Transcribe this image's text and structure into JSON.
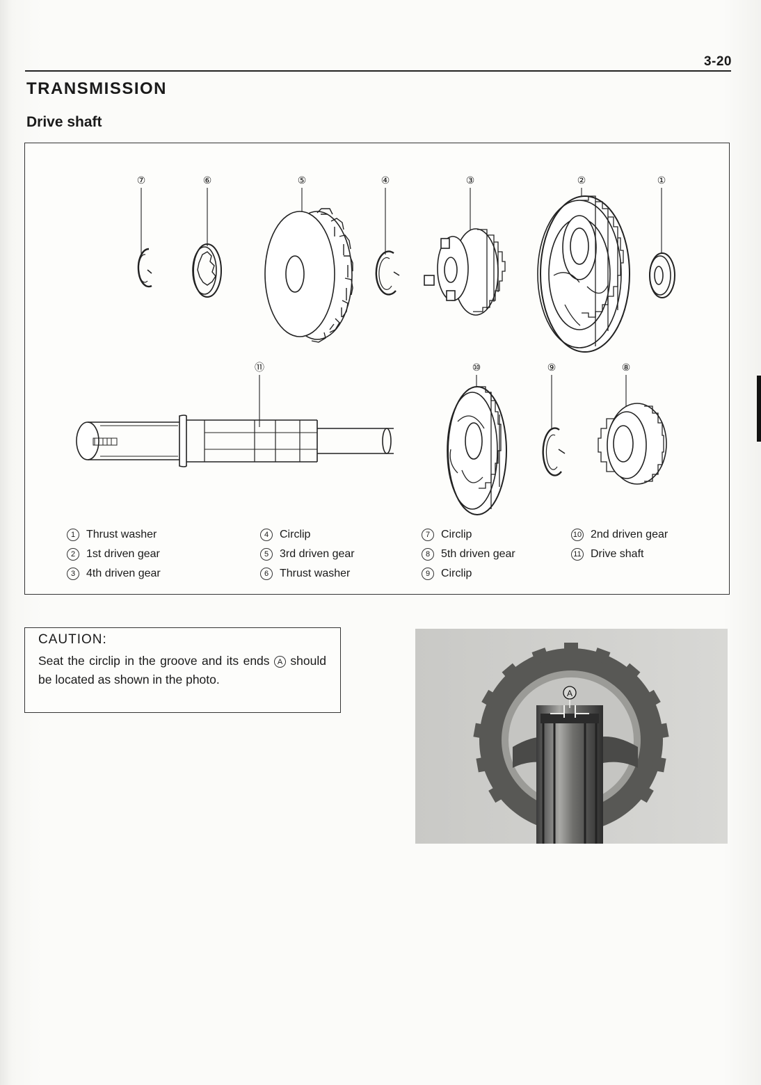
{
  "page": {
    "number": "3-20",
    "section_title": "TRANSMISSION",
    "sub_title": "Drive shaft"
  },
  "diagram": {
    "callouts": [
      "⑦",
      "⑥",
      "⑤",
      "④",
      "③",
      "②",
      "①",
      "⑪",
      "⑩",
      "⑨",
      "⑧"
    ],
    "legend": [
      {
        "num": "1",
        "label": "Thrust washer"
      },
      {
        "num": "2",
        "label": "1st driven gear"
      },
      {
        "num": "3",
        "label": "4th driven gear"
      },
      {
        "num": "4",
        "label": "Circlip"
      },
      {
        "num": "5",
        "label": "3rd driven gear"
      },
      {
        "num": "6",
        "label": "Thrust washer"
      },
      {
        "num": "7",
        "label": "Circlip"
      },
      {
        "num": "8",
        "label": "5th driven gear"
      },
      {
        "num": "9",
        "label": "Circlip"
      },
      {
        "num": "10",
        "label": "2nd driven gear"
      },
      {
        "num": "11",
        "label": "Drive shaft"
      }
    ]
  },
  "caution": {
    "title": "CAUTION:",
    "text_before": "Seat the circlip in the groove and its ends",
    "marker": "A",
    "text_after": "should be located as shown in the photo."
  },
  "photo": {
    "marker": "A"
  }
}
